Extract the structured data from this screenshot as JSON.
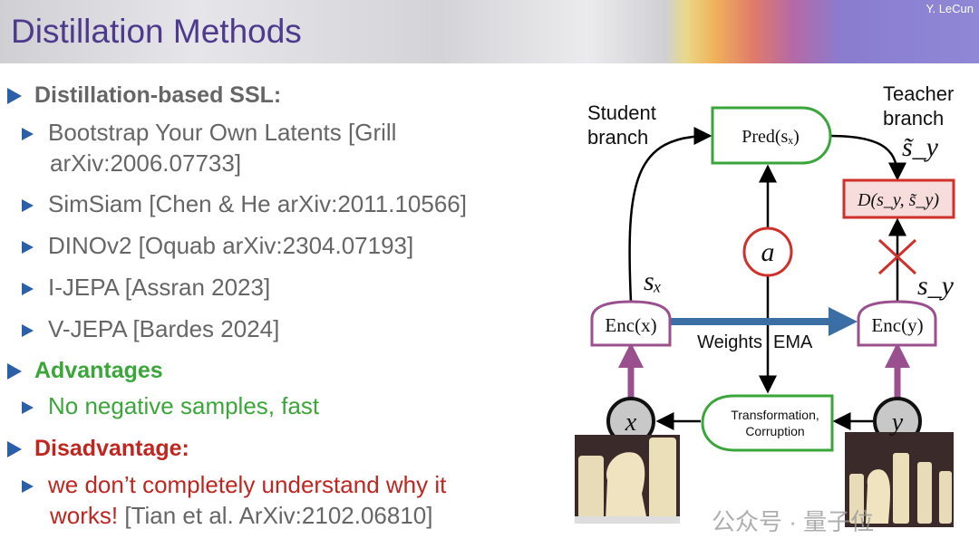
{
  "header": {
    "title": "Distillation Methods",
    "author": "Y. LeCun"
  },
  "bullets": {
    "ssl_heading": "Distillation-based SSL:",
    "items": [
      {
        "line1": "Bootstrap Your Own Latents [Grill",
        "line2": "arXiv:2006.07733]"
      },
      {
        "line1": "SimSiam [Chen & He arXiv:2011.10566]"
      },
      {
        "line1": "DINOv2 [Oquab arXiv:2304.07193]"
      },
      {
        "line1": "I-JEPA [Assran 2023]"
      },
      {
        "line1": "V-JEPA [Bardes 2024]"
      }
    ],
    "advantages_heading": "Advantages",
    "advantage": "No negative samples, fast",
    "disadvantage_heading": "Disadvantage:",
    "disadvantage_line1": "we don’t completely understand why it",
    "disadvantage_line2a": "works!",
    "disadvantage_line2b": " [Tian et al. ArXiv:2102.06810]"
  },
  "diagram": {
    "student_1": "Student",
    "student_2": "branch",
    "teacher_1": "Teacher",
    "teacher_2": "branch",
    "pred": "Pred(sₓ)",
    "dist": "D(s_y, s̃_y)",
    "a": "a",
    "sx": "sₓ",
    "sy": "s_y",
    "sy_tilde": "s̃_y",
    "enc_x": "Enc(x)",
    "enc_y": "Enc(y)",
    "weights": "Weights",
    "ema": "EMA",
    "transform_1": "Transformation,",
    "transform_2": "Corruption",
    "x": "x",
    "y": "y",
    "colors": {
      "green": "#3aa63a",
      "red": "#d0302a",
      "purple": "#9a4f8e",
      "blue": "#3a6ea5"
    }
  },
  "watermark": "公众号 · 量子位"
}
